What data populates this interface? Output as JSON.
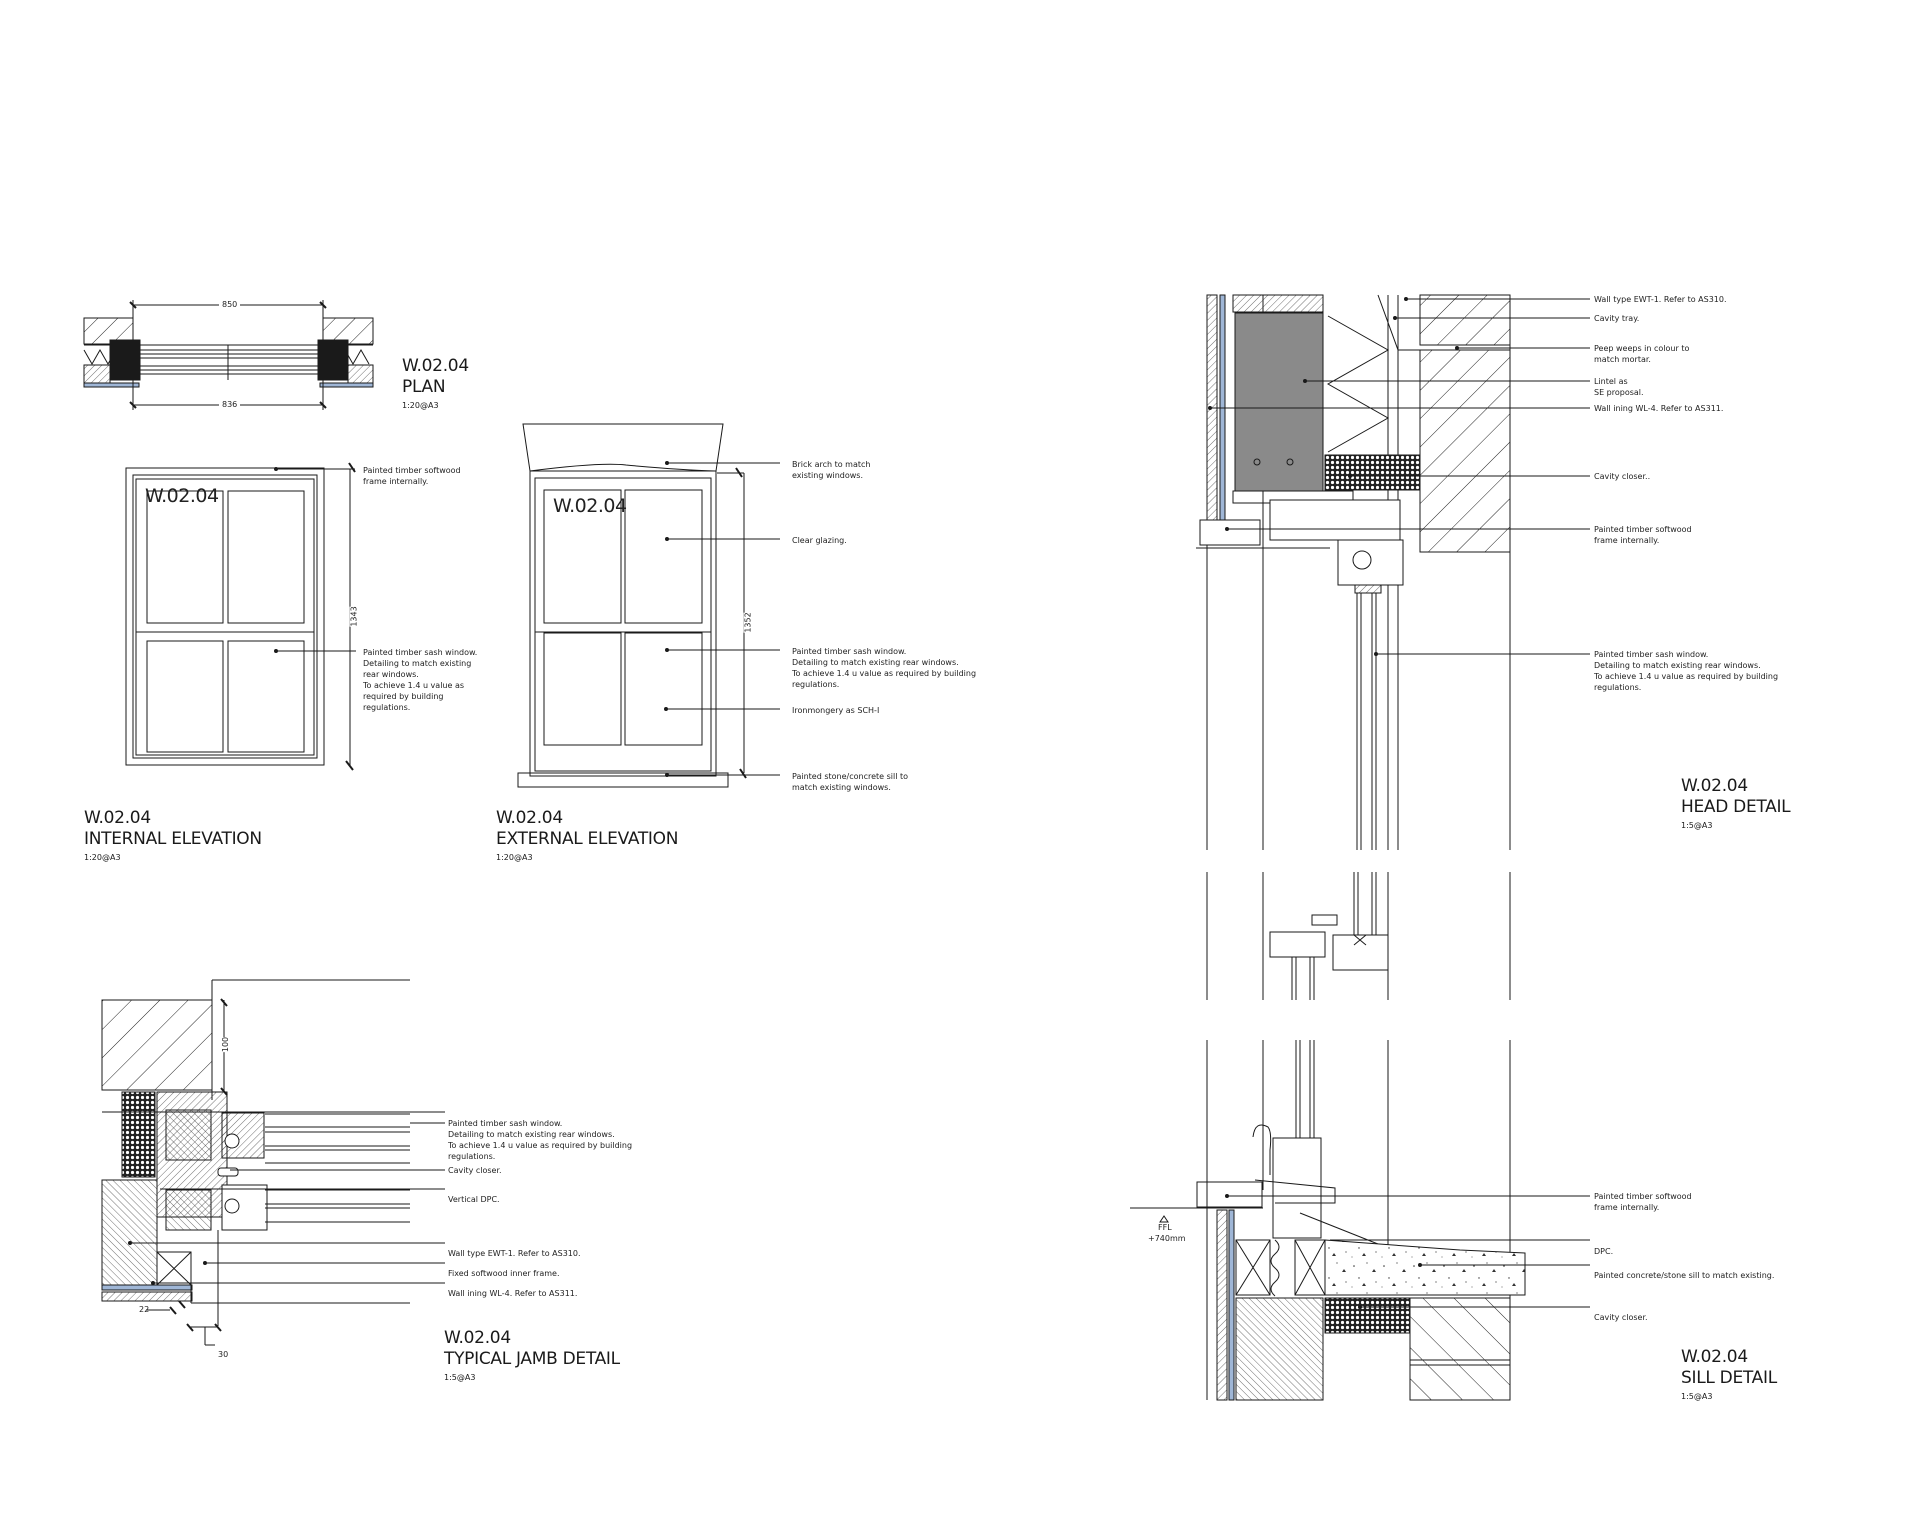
{
  "sheet": {
    "drawing_code": "W.02.04"
  },
  "plan": {
    "code": "W.02.04",
    "title": "PLAN",
    "scale": "1:20@A3",
    "dim_top": "850",
    "dim_bottom": "836"
  },
  "internal_elevation": {
    "code": "W.02.04",
    "title": "INTERNAL ELEVATION",
    "scale": "1:20@A3",
    "window_tag": "W.02.04",
    "dim_height": "1343",
    "notes": [
      "Painted timber softwood\nframe internally.",
      "Painted timber sash window.\nDetailing to match existing\nrear windows.\nTo achieve 1.4 u value as\n required by building\nregulations."
    ]
  },
  "external_elevation": {
    "code": "W.02.04",
    "title": "EXTERNAL ELEVATION",
    "scale": "1:20@A3",
    "window_tag": "W.02.04",
    "dim_height": "1352",
    "notes": [
      "Brick arch to match\nexisting windows.",
      "Clear glazing.",
      "Painted timber sash window.\nDetailing to match existing rear windows.\nTo achieve 1.4 u value as required by building\nregulations.",
      "Ironmongery as SCH-I",
      "Painted stone/concrete sill to\nmatch existing windows."
    ]
  },
  "jamb_detail": {
    "code": "W.02.04",
    "title": "TYPICAL JAMB DETAIL",
    "scale": "1:5@A3",
    "dim_100": "100",
    "dim_22": "22",
    "dim_30": "30",
    "notes": [
      "Painted timber sash window.\nDetailing to match existing rear windows.\nTo achieve 1.4 u value as required by building\nregulations.",
      "Cavity closer.",
      "Vertical DPC.",
      "Wall type EWT-1. Refer to AS310.",
      "Fixed softwood inner frame.",
      "Wall ining WL-4. Refer to AS311."
    ]
  },
  "head_detail": {
    "code": "W.02.04",
    "title": "HEAD DETAIL",
    "scale": "1:5@A3",
    "notes": [
      "Wall type EWT-1. Refer to AS310.",
      "Cavity tray.",
      "Peep weeps in colour to\nmatch mortar.",
      "Lintel as\nSE proposal.",
      "Wall ining WL-4. Refer to AS311.",
      "Cavity closer..",
      "Painted timber softwood\nframe internally.",
      "Painted timber sash window.\nDetailing to match existing rear windows.\nTo achieve 1.4 u value as required by building\nregulations."
    ]
  },
  "sill_detail": {
    "code": "W.02.04",
    "title": "SILL DETAIL",
    "scale": "1:5@A3",
    "level_label": "FFL",
    "level_value": "+740mm",
    "notes": [
      "Painted timber softwood\nframe internally.",
      "DPC.",
      "Painted concrete/stone sill to match existing.",
      "Cavity closer."
    ]
  },
  "colors": {
    "line": "#1a1a1a",
    "lintel_fill": "#8a8a8a",
    "insulation_blue": "#9fb6d6",
    "background": "#ffffff"
  }
}
